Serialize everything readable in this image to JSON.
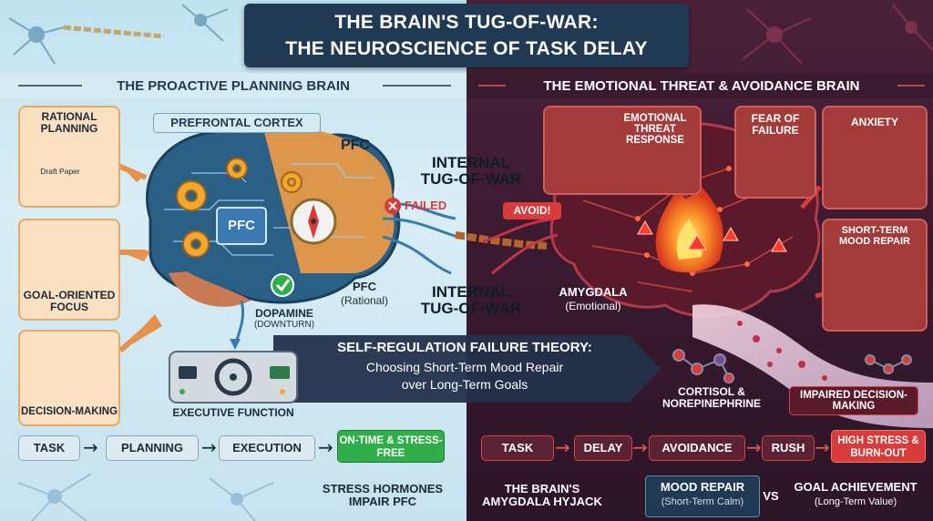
{
  "header": {
    "title_line1": "THE BRAIN'S TUG-OF-WAR:",
    "title_line2": "THE NEUROSCIENCE OF TASK DELAY"
  },
  "left": {
    "section_title": "THE PROACTIVE PLANNING BRAIN",
    "cards": {
      "rational_planning": "RATIONAL PLANNING",
      "calendar_note": "Draft Paper",
      "goal_focus": "GOAL-ORIENTED FOCUS",
      "decision_making": "DECISION-MAKING"
    },
    "prefrontal_label": "PREFRONTAL CORTEX",
    "pfc_chip": "PFC",
    "pfc_label": "PFC",
    "pfc_rational_title": "PFC",
    "pfc_rational_sub": "(Rational)",
    "dopamine_title": "DOPAMINE",
    "dopamine_sub": "(DOWNTURN)",
    "executive_function": "EXECUTIVE FUNCTION",
    "flow": [
      "TASK",
      "PLANNING",
      "EXECUTION",
      "ON-TIME & STRESS-FREE"
    ],
    "bottom_note": "STRESS HORMONES IMPAIR PFC"
  },
  "center": {
    "tug_of_war_top": "INTERNAL TUG-OF-WAR",
    "failed": "FAILED",
    "tug_of_war_bottom": "INTERNAL TUG-OF-WAR",
    "theory_title": "SELF-REGULATION FAILURE THEORY:",
    "theory_line1": "Choosing Short-Term Mood Repair",
    "theory_line2": "over Long-Term Goals"
  },
  "right": {
    "section_title": "THE EMOTIONAL THREAT & AVOIDANCE BRAIN",
    "cards": {
      "emotional_threat": "EMOTIONAL THREAT RESPONSE",
      "fear_of_failure": "FEAR OF FAILURE",
      "anxiety": "ANXIETY",
      "short_term_mood": "SHORT-TERM MOOD REPAIR"
    },
    "avoid": "AVOID!",
    "amygdala_title": "AMYGDALA",
    "amygdala_sub": "(Emotional)",
    "cortisol": "CORTISOL & NOREPINEPHRINE",
    "impaired": "IMPAIRED DECISION-MAKING",
    "flow": [
      "TASK",
      "DELAY",
      "AVOIDANCE",
      "RUSH",
      "HIGH STRESS & BURN-OUT"
    ],
    "hijack": "THE BRAIN'S AMYGDALA HYJACK",
    "mood_repair_title": "MOOD REPAIR",
    "mood_repair_sub": "(Short-Term Calm)",
    "vs": "VS",
    "goal_title": "GOAL ACHIEVEMENT",
    "goal_sub": "(Long-Term Value)"
  },
  "colors": {
    "banner": "#1f3a52",
    "left_card": "#fbe0c2",
    "right_card": "#a33b3b",
    "accent_green": "#2fae4a",
    "accent_red": "#d93a3a",
    "rope": "#b5652a"
  },
  "icons": [
    "calendar-icon",
    "target-icon",
    "scales-icon",
    "gear-icon",
    "compass-icon",
    "check-icon",
    "dashboard-icon",
    "x-icon",
    "warning-icon",
    "fire-icon",
    "ladder-icon",
    "radio-waves-icon",
    "phone-icon",
    "play-icon",
    "molecule-icon",
    "neuron-icon"
  ]
}
